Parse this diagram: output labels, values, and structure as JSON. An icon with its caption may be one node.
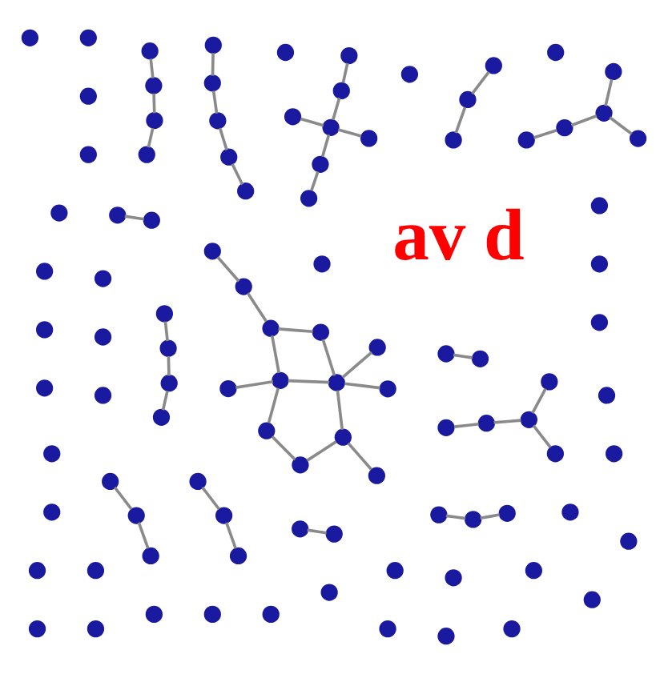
{
  "diagram": {
    "nodes": [
      {
        "text": [],
        "shape": "circle"
      },
      {
        "text": [],
        "shape": "circle"
      },
      {
        "text": [],
        "shape": "circle"
      },
      {
        "text": [],
        "shape": "circle"
      },
      {
        "text": [],
        "shape": "circle"
      },
      {
        "text": [],
        "shape": "circle"
      },
      {
        "text": [],
        "shape": "circle"
      },
      {
        "text": [],
        "shape": "circle"
      },
      {
        "text": [],
        "shape": "circle"
      },
      {
        "text": [],
        "shape": "circle"
      },
      {
        "text": [],
        "shape": "circle"
      },
      {
        "text": [],
        "shape": "circle"
      },
      {
        "text": [],
        "shape": "circle"
      },
      {
        "text": [],
        "shape": "circle"
      },
      {
        "text": [],
        "shape": "circle"
      },
      {
        "text": [],
        "shape": "circle"
      },
      {
        "text": [],
        "shape": "circle"
      },
      {
        "text": [],
        "shape": "circle"
      },
      {
        "text": [],
        "shape": "circle"
      },
      {
        "text": [],
        "shape": "circle"
      },
      {
        "text": [],
        "shape": "circle"
      },
      {
        "text": [],
        "shape": "circle"
      },
      {
        "text": [],
        "shape": "circle"
      },
      {
        "text": [],
        "shape": "circle"
      },
      {
        "text": [],
        "shape": "circle"
      },
      {
        "text": [],
        "shape": "circle"
      },
      {
        "text": [],
        "shape": "circle"
      },
      {
        "text": [],
        "shape": "circle"
      },
      {
        "text": [],
        "shape": "circle"
      },
      {
        "text": [],
        "shape": "circle"
      },
      {
        "text": [],
        "shape": "circle"
      },
      {
        "text": [],
        "shape": "circle"
      },
      {
        "text": [],
        "shape": "circle"
      },
      {
        "text": [],
        "shape": "circle"
      },
      {
        "text": [],
        "shape": "circle"
      },
      {
        "text": [],
        "shape": "circle"
      },
      {
        "text": [],
        "shape": "circle"
      },
      {
        "text": [],
        "shape": "circle"
      },
      {
        "text": [],
        "shape": "circle"
      },
      {
        "text": [],
        "shape": "circle"
      },
      {
        "text": [],
        "shape": "circle"
      },
      {
        "text": [],
        "shape": "circle"
      },
      {
        "text": [],
        "shape": "circle"
      },
      {
        "text": [],
        "shape": "circle"
      },
      {
        "text": [],
        "shape": "circle"
      },
      {
        "text": [],
        "shape": "circle"
      },
      {
        "text": [],
        "shape": "circle"
      },
      {
        "text": [],
        "shape": "circle"
      },
      {
        "text": [],
        "shape": "circle"
      },
      {
        "text": [],
        "shape": "circle"
      },
      {
        "text": [],
        "shape": "circle"
      },
      {
        "text": [],
        "shape": "circle"
      },
      {
        "text": [],
        "shape": "circle"
      },
      {
        "text": [],
        "shape": "circle"
      },
      {
        "text": [],
        "shape": "circle"
      },
      {
        "text": [],
        "shape": "circle"
      },
      {
        "text": [],
        "shape": "circle"
      },
      {
        "text": [],
        "shape": "circle"
      },
      {
        "text": [],
        "shape": "circle"
      },
      {
        "text": [],
        "shape": "circle"
      },
      {
        "text": [],
        "shape": "circle"
      },
      {
        "text": [],
        "shape": "circle"
      },
      {
        "text": [],
        "shape": "circle"
      },
      {
        "text": [],
        "shape": "circle"
      },
      {
        "text": [],
        "shape": "circle"
      },
      {
        "text": [],
        "shape": "circle"
      },
      {
        "text": [],
        "shape": "circle"
      },
      {
        "text": [],
        "shape": "circle"
      },
      {
        "text": [],
        "shape": "circle"
      },
      {
        "text": [],
        "shape": "circle"
      },
      {
        "text": [],
        "shape": "circle"
      },
      {
        "text": [],
        "shape": "circle"
      },
      {
        "text": [],
        "shape": "circle"
      },
      {
        "text": [],
        "shape": "circle"
      },
      {
        "text": [],
        "shape": "circle"
      },
      {
        "text": [],
        "shape": "circle"
      },
      {
        "text": [],
        "shape": "circle"
      },
      {
        "text": [],
        "shape": "circle"
      },
      {
        "text": [],
        "shape": "circle"
      },
      {
        "text": [],
        "shape": "circle"
      },
      {
        "text": [],
        "shape": "circle"
      },
      {
        "text": [],
        "shape": "circle"
      },
      {
        "text": [],
        "shape": "circle"
      },
      {
        "text": [],
        "shape": "circle"
      },
      {
        "text": [],
        "shape": "circle"
      },
      {
        "text": [],
        "shape": "circle"
      },
      {
        "text": [],
        "shape": "circle"
      },
      {
        "text": [],
        "shape": "circle"
      },
      {
        "text": [],
        "shape": "circle"
      },
      {
        "text": [],
        "shape": "circle"
      },
      {
        "text": [],
        "shape": "circle"
      },
      {
        "text": [],
        "shape": "circle"
      },
      {
        "text": [],
        "shape": "circle"
      },
      {
        "text": [],
        "shape": "circle"
      },
      {
        "text": [],
        "shape": "circle"
      },
      {
        "text": [],
        "shape": "circle"
      },
      {
        "text": [],
        "shape": "circle"
      },
      {
        "text": [],
        "shape": "circle"
      },
      {
        "text": [],
        "shape": "circle"
      },
      {
        "text": [],
        "shape": "circle"
      }
    ],
    "edges": [
      {
        "from": 1,
        "to": 0,
        "arrow": "none"
      },
      {
        "from": 0,
        "to": 9,
        "arrow": "none"
      },
      {
        "from": 9,
        "to": 14,
        "arrow": "none"
      },
      {
        "from": 1,
        "to": 8,
        "arrow": "none"
      },
      {
        "from": 8,
        "to": 21,
        "arrow": "none"
      },
      {
        "from": 8,
        "to": 14,
        "arrow": "none"
      },
      {
        "from": 14,
        "to": 19,
        "arrow": "none"
      },
      {
        "from": 10,
        "to": 14,
        "arrow": "none"
      },
      {
        "from": 14,
        "to": 26,
        "arrow": "none"
      },
      {
        "from": 26,
        "to": 24,
        "arrow": "none"
      },
      {
        "from": 24,
        "to": 9,
        "arrow": "none"
      },
      {
        "from": 9,
        "to": 17,
        "arrow": "none"
      },
      {
        "from": 12,
        "to": 24,
        "arrow": "none"
      },
      {
        "from": 12,
        "to": 13,
        "arrow": "none"
      },
      {
        "from": 27,
        "to": 32,
        "arrow": "none"
      },
      {
        "from": 33,
        "to": 42,
        "arrow": "none"
      },
      {
        "from": 42,
        "to": 38,
        "arrow": "none"
      },
      {
        "from": 39,
        "to": 40,
        "arrow": "none"
      },
      {
        "from": 40,
        "to": 31,
        "arrow": "none"
      },
      {
        "from": 31,
        "to": 41,
        "arrow": "none"
      },
      {
        "from": 41,
        "to": 47,
        "arrow": "none"
      },
      {
        "from": 23,
        "to": 34,
        "arrow": "none"
      },
      {
        "from": 34,
        "to": 35,
        "arrow": "none"
      },
      {
        "from": 35,
        "to": 25,
        "arrow": "none"
      },
      {
        "from": 35,
        "to": 46,
        "arrow": "none"
      },
      {
        "from": 29,
        "to": 18,
        "arrow": "none"
      },
      {
        "from": 29,
        "to": 36,
        "arrow": "none"
      },
      {
        "from": 36,
        "to": 44,
        "arrow": "none"
      },
      {
        "from": 36,
        "to": 30,
        "arrow": "none"
      },
      {
        "from": 43,
        "to": 55,
        "arrow": "none"
      },
      {
        "from": 60,
        "to": 69,
        "arrow": "none"
      },
      {
        "from": 69,
        "to": 77,
        "arrow": "none"
      },
      {
        "from": 77,
        "to": 87,
        "arrow": "none"
      },
      {
        "from": 52,
        "to": 61,
        "arrow": "none"
      },
      {
        "from": 61,
        "to": 72,
        "arrow": "none"
      },
      {
        "from": 72,
        "to": 78,
        "arrow": "none"
      },
      {
        "from": 78,
        "to": 88,
        "arrow": "none"
      },
      {
        "from": 72,
        "to": 65,
        "arrow": "none"
      },
      {
        "from": 72,
        "to": 79,
        "arrow": "none"
      },
      {
        "from": 86,
        "to": 96,
        "arrow": "none"
      },
      {
        "from": 51,
        "to": 56,
        "arrow": "none"
      },
      {
        "from": 56,
        "to": 68,
        "arrow": "none"
      },
      {
        "from": 68,
        "to": 75,
        "arrow": "none"
      },
      {
        "from": 62,
        "to": 57,
        "arrow": "none"
      },
      {
        "from": 57,
        "to": 58,
        "arrow": "none"
      },
      {
        "from": 70,
        "to": 73,
        "arrow": "none"
      },
      {
        "from": 73,
        "to": 81,
        "arrow": "none"
      },
      {
        "from": 80,
        "to": 91,
        "arrow": "none"
      },
      {
        "from": 91,
        "to": 97,
        "arrow": "none"
      }
    ],
    "labels": [
      "av d"
    ]
  }
}
